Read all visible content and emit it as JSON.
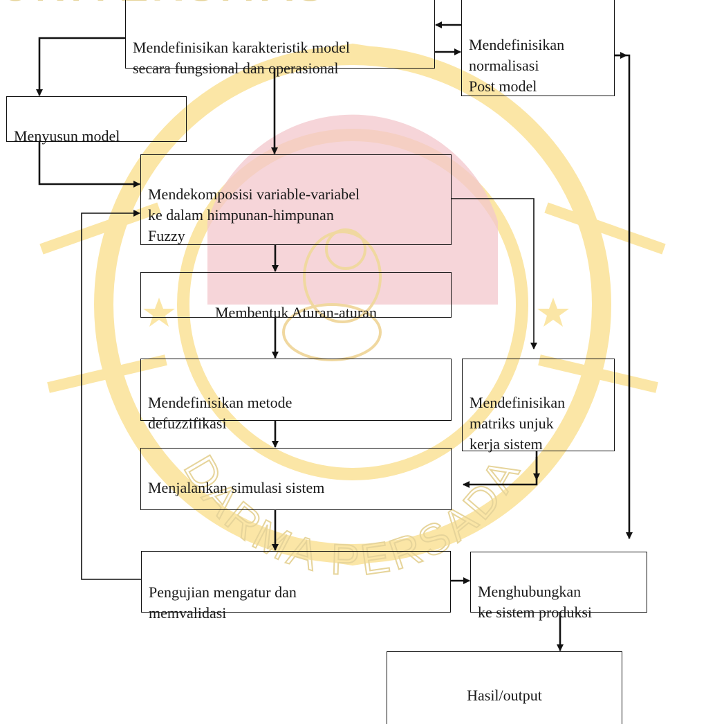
{
  "colors": {
    "watermark_yellow": "#fbe6a6",
    "watermark_pink": "#f3c7cc",
    "line": "#111111"
  },
  "watermark": {
    "text_top": "UNIVERSITAS",
    "text_bottom": "DARMA PERSADA"
  },
  "boxes": {
    "char_model": "Mendefinisikan karakteristik model\nsecara fungsional dan operasional",
    "normalization": "Mendefinisikan\nnormalisasi\nPost model",
    "build_model": "Menyusun model",
    "decompose": "Mendekomposisi variable-variabel\nke dalam himpunan-himpunan\nFuzzy",
    "rules": "Membentuk Aturan-aturan",
    "defuzz": "Mendefinisikan metode\ndefuzzifikasi",
    "matrix": "Mendefinisikan\nmatriks unjuk\nkerja sistem",
    "simulation": "Menjalankan simulasi sistem",
    "testing": "Pengujian mengatur dan\nmemvalidasi",
    "production": "Menghubungkan\nke sistem produksi",
    "output": "Hasil/output"
  }
}
